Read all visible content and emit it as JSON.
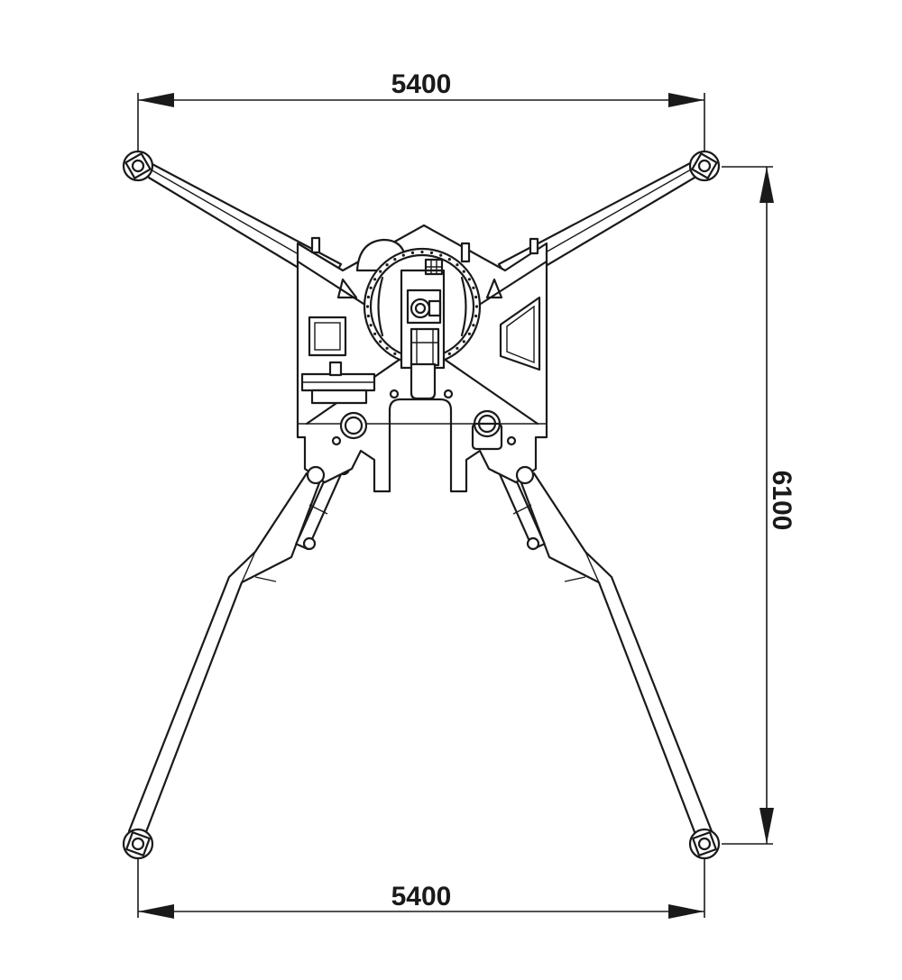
{
  "dimensions": {
    "top_width": "5400",
    "bottom_width": "5400",
    "right_height": "6100"
  }
}
